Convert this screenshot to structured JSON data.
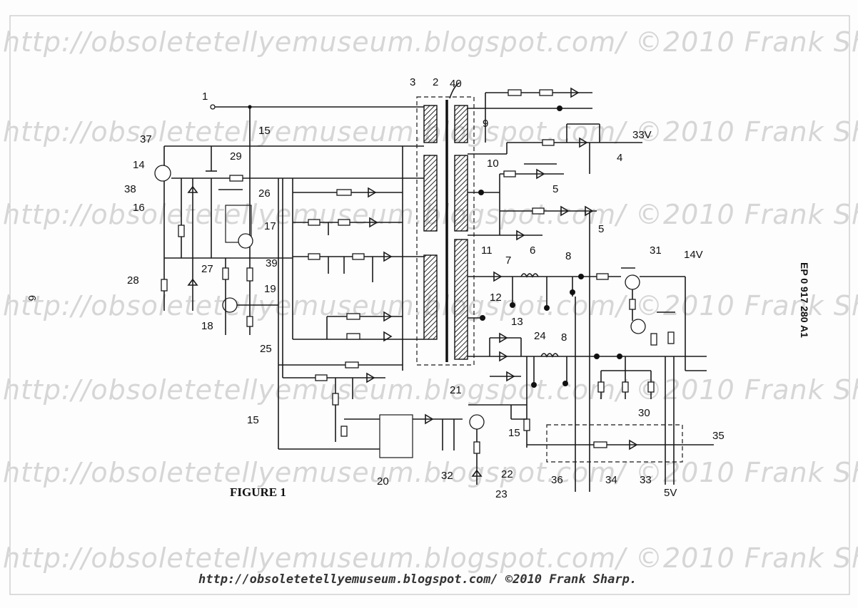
{
  "watermark": {
    "text": "http://obsoletetellyemuseum.blogspot.com/   ©2010 Frank Sharp.",
    "footer": "http://obsoletetellyemuseum.blogspot.com/   ©2010 Frank Sharp."
  },
  "figure": {
    "caption": "FIGURE 1",
    "side_text": "EP 0 917 280 A1",
    "page_mark": "6"
  },
  "labels": {
    "l1": "1",
    "l2": "2",
    "l3": "3",
    "l40": "40",
    "l9": "9",
    "l10": "10",
    "l11": "11",
    "l15a": "15",
    "l15b": "15",
    "l15c": "15",
    "l37": "37",
    "l14": "14",
    "l38": "38",
    "l16": "16",
    "l29": "29",
    "l26": "26",
    "l17": "17",
    "l27": "27",
    "l39": "39",
    "l28": "28",
    "l19": "19",
    "l18": "18",
    "l25": "25",
    "l33V": "33V",
    "l4": "4",
    "l5a": "5",
    "l5b": "5",
    "l6": "6",
    "l7": "7",
    "l8a": "8",
    "l8b": "8",
    "l12": "12",
    "l13": "13",
    "l24": "24",
    "l31": "31",
    "l14V": "14V",
    "l21": "21",
    "l20": "20",
    "l22": "22",
    "l32": "32",
    "l23": "23",
    "l30": "30",
    "l35": "35",
    "l36": "36",
    "l34": "34",
    "l33": "33",
    "l5V": "5V"
  }
}
